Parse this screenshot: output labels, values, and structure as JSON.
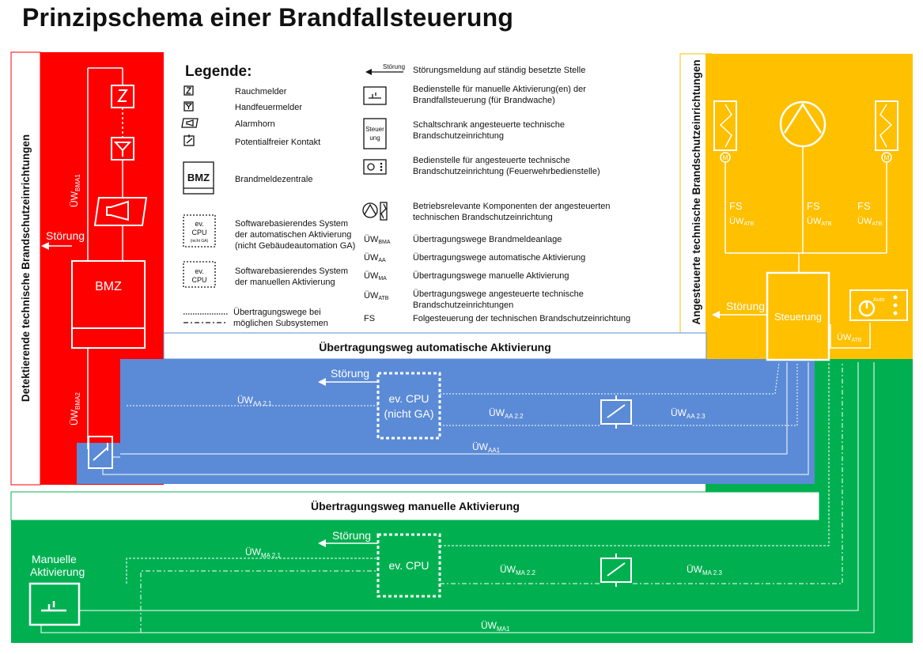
{
  "title": "Prinzipschema einer Brandfallsteuerung",
  "left_panel_label": "Detektierende technische Brandschutzeinrichtungen",
  "right_panel_label": "Angesteuerte technische Brandschutzeinrichtungen",
  "colors": {
    "red": "#ff0000",
    "yellow": "#ffc000",
    "blue": "#5b8bd6",
    "green": "#00b050"
  },
  "legend": {
    "heading": "Legende:",
    "items": {
      "rauchmelder": "Rauchmelder",
      "handfeuermelder": "Handfeuermelder",
      "alarmhorn": "Alarmhorn",
      "kontakt": "Potentialfreier Kontakt",
      "bmz_box": "BMZ",
      "bmz": "Brandmeldezentrale",
      "cpu_box_1": "ev.",
      "cpu_box_2": "CPU",
      "cpu_box_3": "(nicht GA)",
      "cpu_auto_1": "Softwarebasierendes System",
      "cpu_auto_2": "der automatischen Aktivierung",
      "cpu_auto_3": "(nicht Gebäudeautomation GA)",
      "cpu_man_box_1": "ev.",
      "cpu_man_box_2": "CPU",
      "cpu_man_1": "Softwarebasierendes System",
      "cpu_man_2": "der manuellen Aktivierung",
      "sub_1": "Übertragungswege bei",
      "sub_2": "möglichen Subsystemen",
      "stoerung_arrow": "Störung",
      "stoerung": "Störungsmeldung auf ständig besetzte Stelle",
      "bed_1": "Bedienstelle für manuelle Aktivierung(en) der",
      "bed_2": "Brandfallsteuerung (für Brandwache)",
      "steuer_box_1": "Steuer",
      "steuer_box_2": "ung",
      "schalt_1": "Schaltschrank angesteuerte technische",
      "schalt_2": "Brandschutzeinrichtung",
      "bedfw_1": "Bedienstelle für angesteuerte technische",
      "bedfw_2": "Brandschutzeinrichtung (Feuerwehrbedienstelle)",
      "betr_1": "Betriebsrelevante Komponenten der angesteuerten",
      "betr_2": "technischen Brandschutzeinrichtung",
      "uw_bma_k": "ÜW",
      "uw_bma_s": "BMA",
      "uw_bma": "Übertragungswege Brandmeldeanlage",
      "uw_aa_k": "ÜW",
      "uw_aa_s": "AA",
      "uw_aa": "Übertragungswege automatische Aktivierung",
      "uw_ma_k": "ÜW",
      "uw_ma_s": "MA",
      "uw_ma": "Übertragungswege manuelle Aktivierung",
      "uw_atb_k": "ÜW",
      "uw_atb_s": "ATB",
      "uw_atb_1": "Übertragungswege angesteuerte technische",
      "uw_atb_2": "Brandschutzeinrichtungen",
      "fs_k": "FS",
      "fs": "Folgesteuerung der technischen Brandschutzeinrichtung"
    }
  },
  "diagram": {
    "auto_header": "Übertragungsweg automatische Aktivierung",
    "manual_header": "Übertragungsweg manuelle Aktivierung",
    "stoerung": "Störung",
    "bmz": "BMZ",
    "uw": "ÜW",
    "bma1": "BMA1",
    "bma2": "BMA2",
    "aa21": "AA 2.1",
    "aa22": "AA 2.2",
    "aa23": "AA 2.3",
    "aa1": "AA1",
    "ma21": "MA 2.1",
    "ma22": "MA 2.2",
    "ma23": "MA 2.3",
    "ma1": "MA1",
    "cpu_auto_1": "ev. CPU",
    "cpu_auto_2": "(nicht GA)",
    "cpu_man": "ev. CPU",
    "steuerung": "Steuerung",
    "fs": "FS",
    "atb": "ATB",
    "auto": "Auto",
    "manual_1": "Manuelle",
    "manual_2": "Aktivierung",
    "m": "M"
  }
}
